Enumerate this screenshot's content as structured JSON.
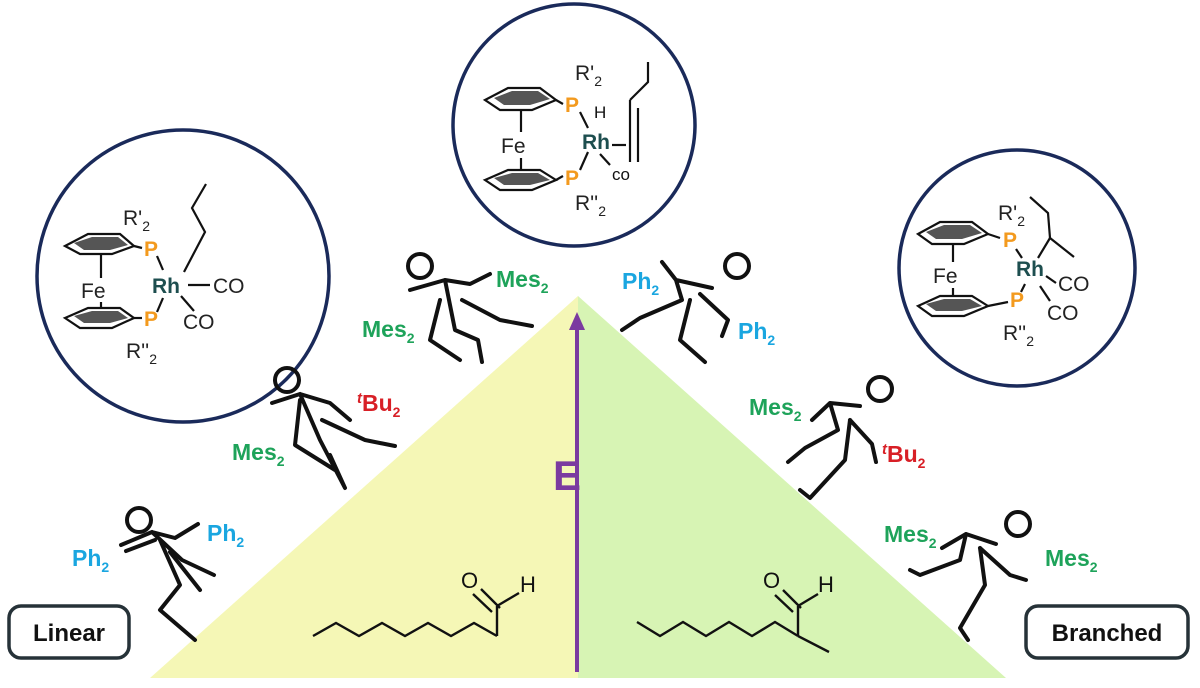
{
  "colors": {
    "linear_bg": "#f5f7b6",
    "branched_bg": "#d7f4b4",
    "arrow": "#7b3aa0",
    "mes": "#1ea35a",
    "ph": "#1aa6e0",
    "tbu": "#d81f26",
    "phosphorus": "#f39a1e",
    "rhodium": "#1d4e4f",
    "circle": "#1a2a5a",
    "stroke": "#111111"
  },
  "energy_label": "E",
  "buttons": {
    "linear": "Linear",
    "branched": "Branched"
  },
  "labels": {
    "mes_base": "Mes",
    "ph_base": "Ph",
    "tbu_prefix": "t",
    "tbu_base": "Bu",
    "subscript": "2"
  },
  "complex": {
    "fe": "Fe",
    "rh": "Rh",
    "p": "P",
    "co": "CO",
    "co_lower": "co",
    "h": "H",
    "r_prime": "R'",
    "r_dprime": "R''",
    "sub": "2"
  },
  "molecules": {
    "oxygen": "O",
    "hydrogen": "H"
  },
  "icons": [
    "running-figure-icon",
    "ferrocene-icon",
    "up-arrow-icon"
  ]
}
